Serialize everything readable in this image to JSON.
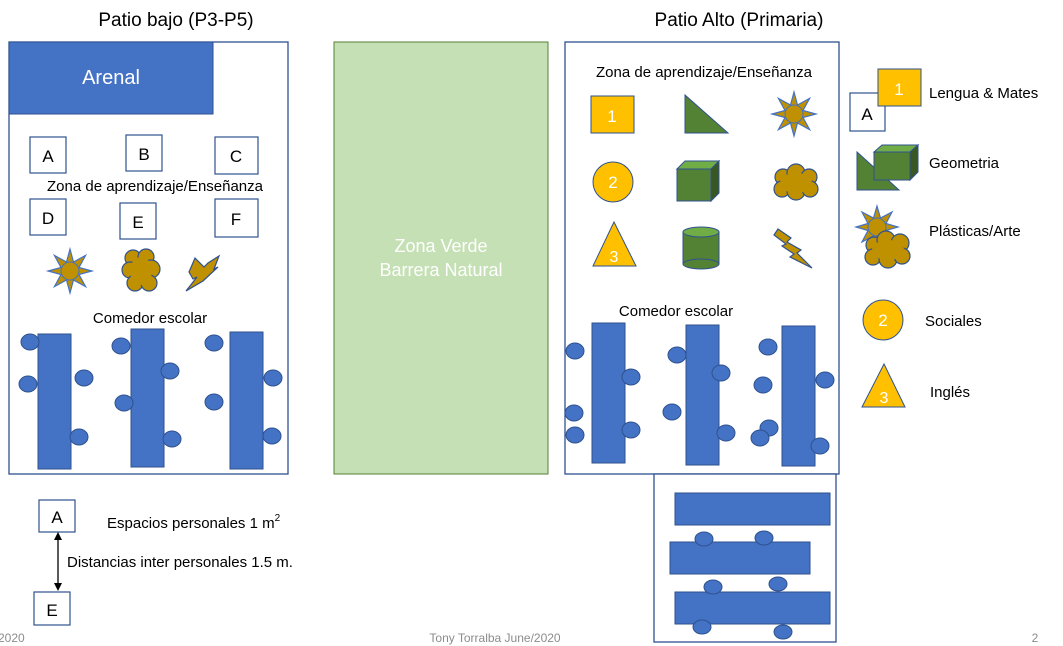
{
  "titles": {
    "patio_bajo": "Patio bajo (P3-P5)",
    "patio_alto": "Patio Alto (Primaria)"
  },
  "patio_bajo": {
    "arenal": "Arenal",
    "zona": "Zona de aprendizaje/Enseñanza",
    "squares": [
      "A",
      "B",
      "C",
      "D",
      "E",
      "F"
    ],
    "comedor": "Comedor escolar"
  },
  "zona_verde": {
    "line1": "Zona Verde",
    "line2": "Barrera Natural"
  },
  "patio_alto": {
    "zona": "Zona de aprendizaje/Enseñanza",
    "numbers": [
      "1",
      "2",
      "3"
    ],
    "comedor": "Comedor escolar"
  },
  "legend": {
    "square_a": "A",
    "square_1": "1",
    "circle_2": "2",
    "triangle_3": "3",
    "items": [
      "Lengua & Mates",
      "Geometria",
      "Plásticas/Arte",
      "Sociales",
      "Inglés"
    ]
  },
  "distance": {
    "top": "A",
    "bottom": "E",
    "personal_prefix": "Espacios personales 1 m",
    "personal_sup": "2",
    "interpersonal": "Distancias inter personales 1.5 m."
  },
  "footer": {
    "left": "2020",
    "center": "Tony Torralba June/2020",
    "page": "2"
  },
  "colors": {
    "blue": "#4472c4",
    "blue_dark": "#2f528f",
    "green_zone": "#c5e0b4",
    "green_zone_border": "#548235",
    "green_shape": "#548235",
    "yellow": "#ffc000",
    "gold": "#bf9000"
  }
}
